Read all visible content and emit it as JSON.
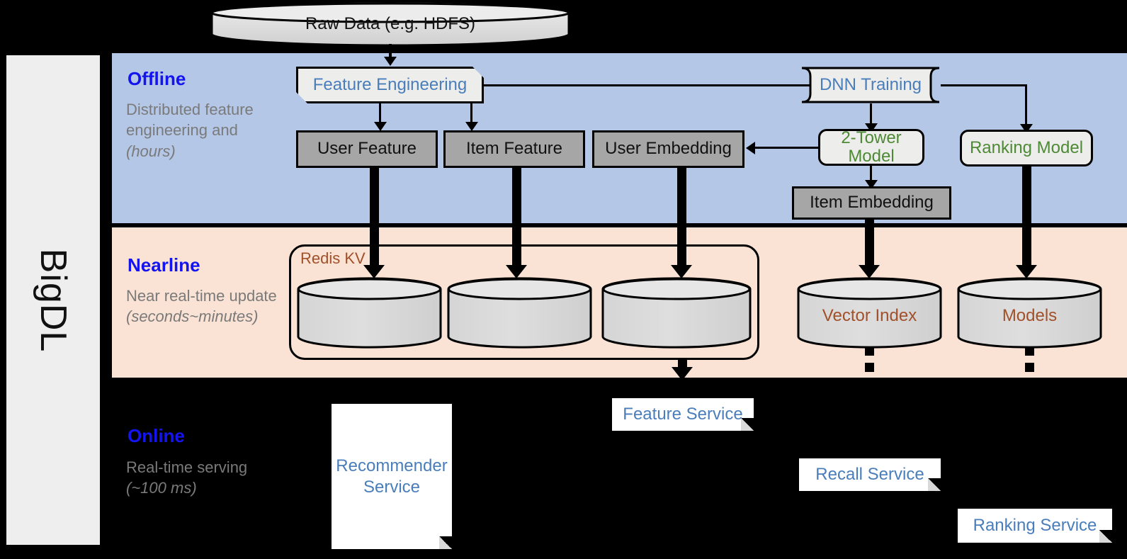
{
  "framework": {
    "name": "BigDL"
  },
  "source": {
    "label": "Raw Data (e.g. HDFS)"
  },
  "stages": [
    {
      "id": "offline",
      "title": "Offline",
      "description": "Distributed feature engineering and ",
      "emphasis": "(hours)",
      "band_color": "#b4c7e7",
      "title_color": "#1414f0"
    },
    {
      "id": "nearline",
      "title": "Nearline",
      "description": "Near real-time update ",
      "emphasis": "(seconds~minutes)",
      "band_color": "#fae3d4",
      "title_color": "#1414f0"
    },
    {
      "id": "online",
      "title": "Online",
      "description": "Real-time serving ",
      "emphasis": "(~100 ms)",
      "band_color": "#000000",
      "title_color": "#1414f0"
    }
  ],
  "offline": {
    "feature_engineering": "Feature Engineering",
    "dnn_training": "DNN Training",
    "user_feature": "User Feature",
    "item_feature": "Item Feature",
    "user_embedding": "User Embedding",
    "item_embedding": "Item Embedding",
    "two_tower_model": "2-Tower Model",
    "ranking_model": "Ranking Model",
    "proc_text_color": "#4a7ebb",
    "model_text_color": "#4e8a35",
    "store_fill": "#a6a6a6"
  },
  "nearline": {
    "redis_group": "Redis KV",
    "redis_group_color": "#a1502a",
    "stores": [
      {
        "label": ""
      },
      {
        "label": ""
      },
      {
        "label": ""
      }
    ],
    "vector_index": "Vector Index",
    "models": "Models",
    "store_label_color": "#a1502a"
  },
  "online": {
    "recommender_service": "Recommender Service",
    "feature_service": "Feature Service",
    "recall_service": "Recall Service",
    "ranking_service": "Ranking Service",
    "service_text_color": "#4a7ebb"
  }
}
